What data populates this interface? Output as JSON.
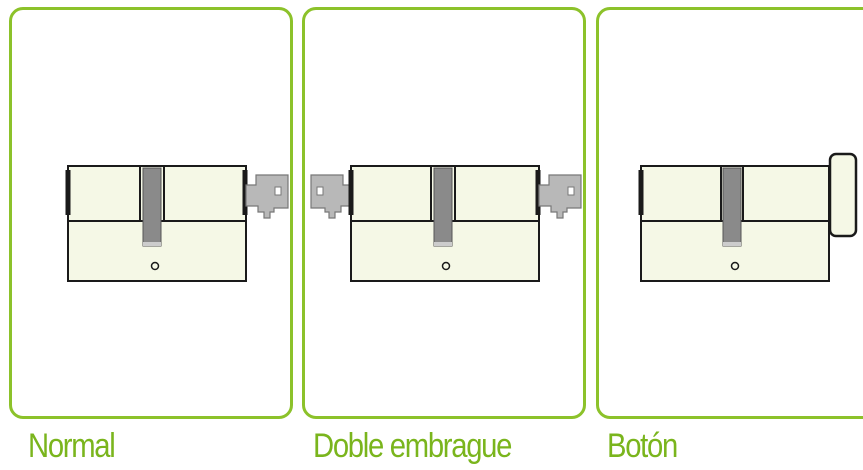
{
  "cylinder_types": [
    {
      "label": "Normal",
      "left_key": false,
      "right_key": true,
      "right_knob": false
    },
    {
      "label": "Doble embrague",
      "left_key": true,
      "right_key": true,
      "right_knob": false
    },
    {
      "label": "Botón",
      "left_key": false,
      "right_key": false,
      "right_knob": true
    }
  ],
  "colors": {
    "accent": "#8cc22a",
    "label": "#7ab51d",
    "cylinder_fill": "#f5f8e6",
    "outline": "#1a1a1a",
    "cam": "#8a8a8a",
    "key": "#b8b8b8"
  }
}
